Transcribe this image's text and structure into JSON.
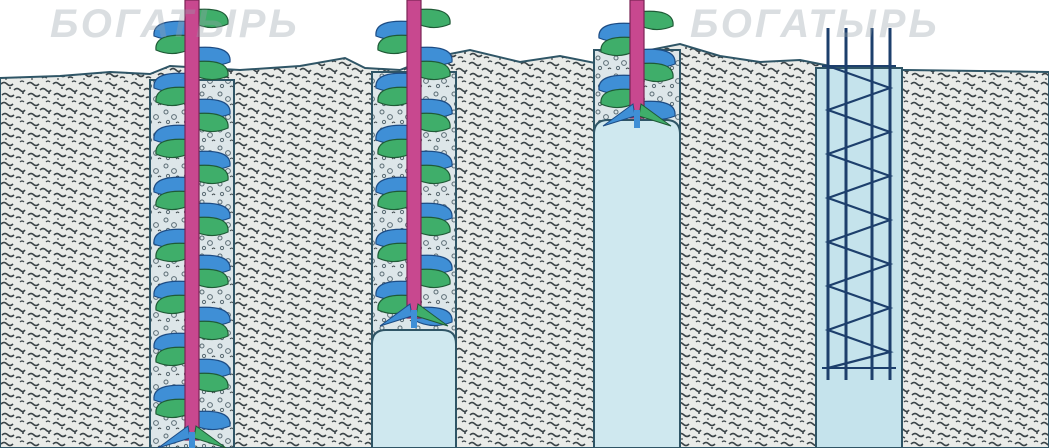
{
  "watermark": {
    "left_text": "БОГАТЫРЬ",
    "right_text": "БОГАТЫРЬ"
  },
  "colors": {
    "soil_base": "#e9ebe8",
    "soil_speckle": "#3b4448",
    "soil_outline": "#2f5566",
    "borehole_fill": "#c5e3ec",
    "concrete_fill": "#cfe8ef",
    "auger_shaft": "#c8488f",
    "auger_blade_front": "#3f8fd6",
    "auger_blade_back": "#3fae6a",
    "rebar": "#1d3f6c"
  },
  "stages": [
    {
      "id": "drilling",
      "icon": "auger-drilling-icon"
    },
    {
      "id": "concrete-pour-start",
      "icon": "auger-lifting-icon"
    },
    {
      "id": "concrete-pour-continue",
      "icon": "auger-lifting-icon"
    },
    {
      "id": "reinforcement-cage",
      "icon": "rebar-cage-icon"
    }
  ]
}
